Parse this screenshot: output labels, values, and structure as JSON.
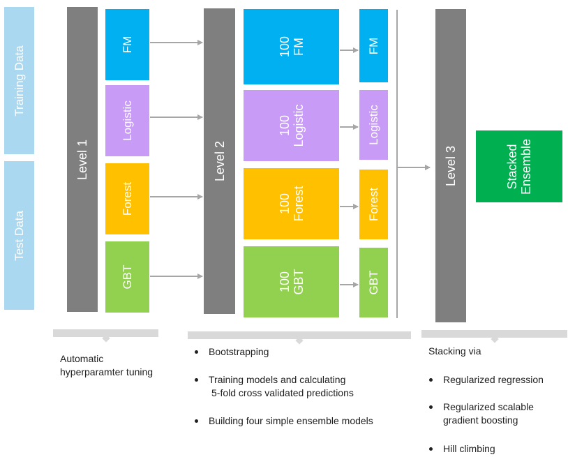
{
  "data_panels": {
    "training": "Training Data",
    "test": "Test Data"
  },
  "levels": {
    "level1": "Level 1",
    "level2": "Level 2",
    "level3": "Level 3"
  },
  "level1_models": [
    "FM",
    "Logistic",
    "Forest",
    "GBT"
  ],
  "level2_models": [
    {
      "count": "100",
      "name": "FM"
    },
    {
      "count": "100",
      "name": "Logistic"
    },
    {
      "count": "100",
      "name": "Forest"
    },
    {
      "count": "100",
      "name": "GBT"
    }
  ],
  "level2_outputs": [
    "FM",
    "Logistic",
    "Forest",
    "GBT"
  ],
  "final": {
    "line1": "Stacked",
    "line2": "Ensemble"
  },
  "notes": {
    "tuning_line1": "Automatic",
    "tuning_line2": "hyperparamter tuning",
    "bootstrapping": "Bootstrapping",
    "training_line1": "Training models and calculating",
    "training_line2": "5-fold cross validated predictions",
    "building": "Building four simple ensemble models",
    "stacking_title": "Stacking via",
    "stack_1": "Regularized regression",
    "stack_2_line1": "Regularized scalable",
    "stack_2_line2": "gradient boosting",
    "stack_3": "Hill climbing"
  },
  "colors": {
    "data_panel": "#a9d8f0",
    "level": "#7f7f7f",
    "fm": "#00b0f0",
    "logistic": "#c89cf6",
    "forest": "#ffc000",
    "gbt": "#92d050",
    "ensemble": "#00b050",
    "arrow": "#a6a6a6"
  }
}
